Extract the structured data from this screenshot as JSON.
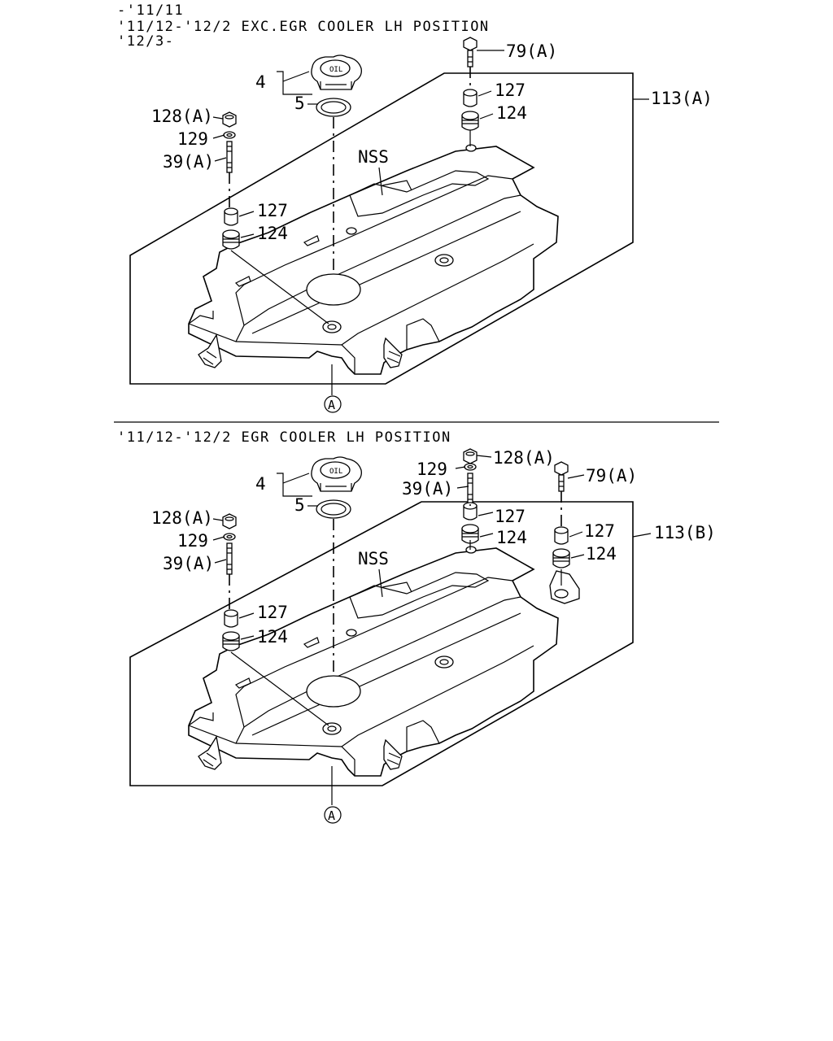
{
  "top_section": {
    "header_lines": [
      "-'11/11",
      "'11/12-'12/2 EXC.EGR COOLER LH POSITION",
      "'12/3-"
    ],
    "labels": {
      "p79": "79(A)",
      "p127_right": "127",
      "p124_right": "124",
      "p113": "113(A)",
      "p4": "4",
      "p5": "5",
      "p128": "128(A)",
      "p129": "129",
      "p39": "39(A)",
      "nss": "NSS",
      "p127_left": "127",
      "p124_left": "124",
      "ref": "A"
    }
  },
  "bottom_section": {
    "header_lines": [
      "'11/12-'12/2 EGR COOLER LH POSITION"
    ],
    "labels": {
      "p128_mid": "128(A)",
      "p129_mid": "129",
      "p39_mid": "39(A)",
      "p127_mid": "127",
      "p124_mid": "124",
      "p79": "79(A)",
      "p127_right": "127",
      "p124_right": "124",
      "p113": "113(B)",
      "p4": "4",
      "p5": "5",
      "p128": "128(A)",
      "p129": "129",
      "p39": "39(A)",
      "nss": "NSS",
      "p127_left": "127",
      "p124_left": "124",
      "ref": "A"
    }
  }
}
